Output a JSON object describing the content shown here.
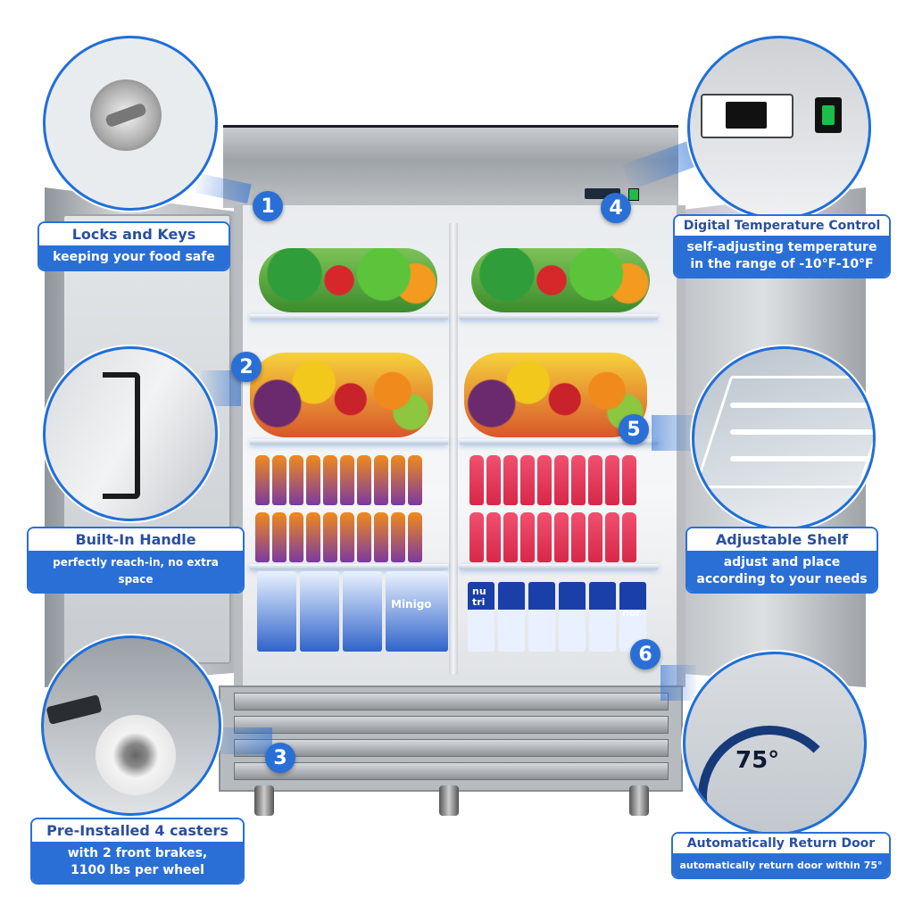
{
  "colors": {
    "accent": "#2a6fd6",
    "title_text": "#2a4fa0",
    "label_bg": "#ffffff"
  },
  "markers": [
    "1",
    "2",
    "3",
    "4",
    "5",
    "6"
  ],
  "features": {
    "locks": {
      "title": "Locks and Keys",
      "subtitle": "keeping your food safe"
    },
    "handle": {
      "title": "Built-In Handle",
      "subtitle": "perfectly reach-in, no extra space"
    },
    "casters": {
      "title": "Pre-Installed 4 casters",
      "subtitle_line1": "with 2 front brakes,",
      "subtitle_line2": "1100 lbs per wheel"
    },
    "temperature": {
      "title": "Digital Temperature Control",
      "subtitle_line1": "self-adjusting temperature",
      "subtitle_line2": "in the range of -10°F-10°F"
    },
    "shelf": {
      "title": "Adjustable Shelf",
      "subtitle_line1": "adjust and place",
      "subtitle_line2": "according to your needs"
    },
    "door": {
      "title": "Automatically Return Door",
      "subtitle": "automatically return door within 75°"
    }
  },
  "door_angle": "75°",
  "product_boxes": {
    "left": "Minigo",
    "right_line1": "nu",
    "right_line2": "tri",
    "right_line3": "nor"
  },
  "icons": [
    "lock-icon",
    "handle-icon",
    "caster-icon",
    "thermostat-icon",
    "wire-shelf-icon",
    "door-angle-icon"
  ]
}
